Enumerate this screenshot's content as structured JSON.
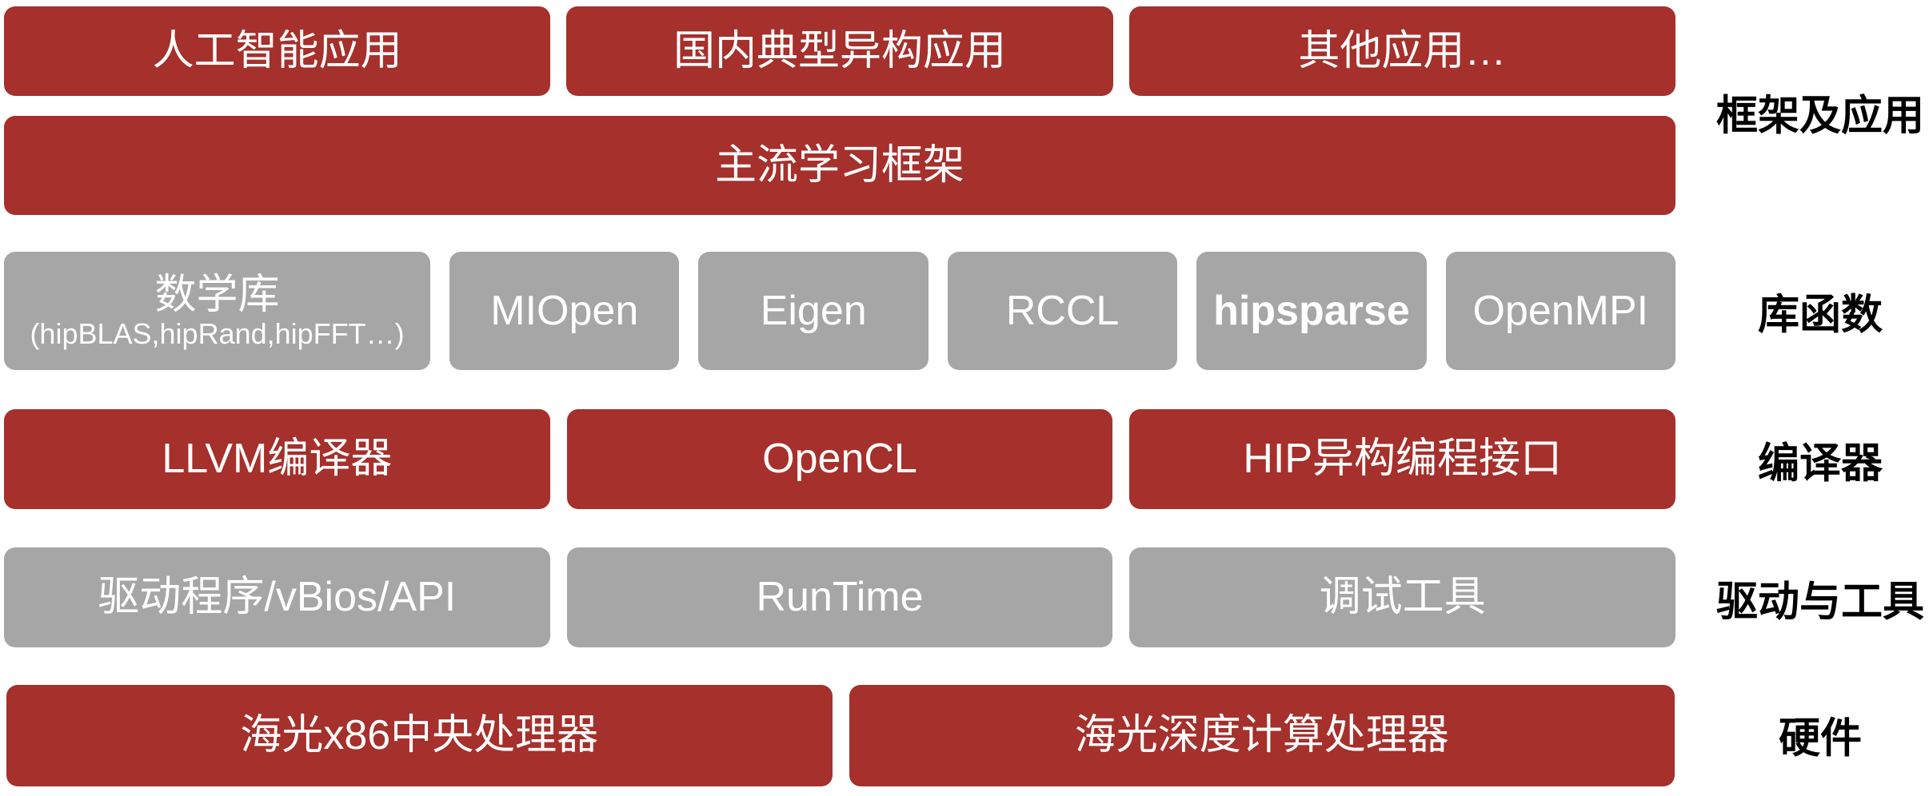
{
  "colors": {
    "red": "#a5302c",
    "gray": "#a6a6a6",
    "box_text": "#ffffff",
    "label_text": "#000000",
    "page_bg": "#ffffff"
  },
  "stack": {
    "rows": [
      {
        "id": "applications",
        "color": "red",
        "boxes": [
          {
            "label": "人工智能应用"
          },
          {
            "label": "国内典型异构应用"
          },
          {
            "label": "其他应用…"
          }
        ]
      },
      {
        "id": "frameworks",
        "color": "red",
        "boxes": [
          {
            "label": "主流学习框架"
          }
        ]
      },
      {
        "id": "libraries",
        "color": "gray",
        "boxes": [
          {
            "label": "数学库",
            "sublabel": "(hipBLAS,hipRand,hipFFT…)"
          },
          {
            "label": "MIOpen"
          },
          {
            "label": "Eigen"
          },
          {
            "label": "RCCL"
          },
          {
            "label": "hipsparse"
          },
          {
            "label": "OpenMPI"
          }
        ]
      },
      {
        "id": "compilers",
        "color": "red",
        "boxes": [
          {
            "label": "LLVM编译器"
          },
          {
            "label": "OpenCL"
          },
          {
            "label": "HIP异构编程接口"
          }
        ]
      },
      {
        "id": "drivers_tools",
        "color": "gray",
        "boxes": [
          {
            "label": "驱动程序/vBios/API"
          },
          {
            "label": "RunTime"
          },
          {
            "label": "调试工具"
          }
        ]
      },
      {
        "id": "hardware",
        "color": "red",
        "boxes": [
          {
            "label": "海光x86中央处理器"
          },
          {
            "label": "海光深度计算处理器"
          }
        ]
      }
    ],
    "side_labels": [
      {
        "text": "框架及应用"
      },
      {
        "text": "库函数"
      },
      {
        "text": "编译器"
      },
      {
        "text": "驱动与工具"
      },
      {
        "text": "硬件"
      }
    ]
  }
}
